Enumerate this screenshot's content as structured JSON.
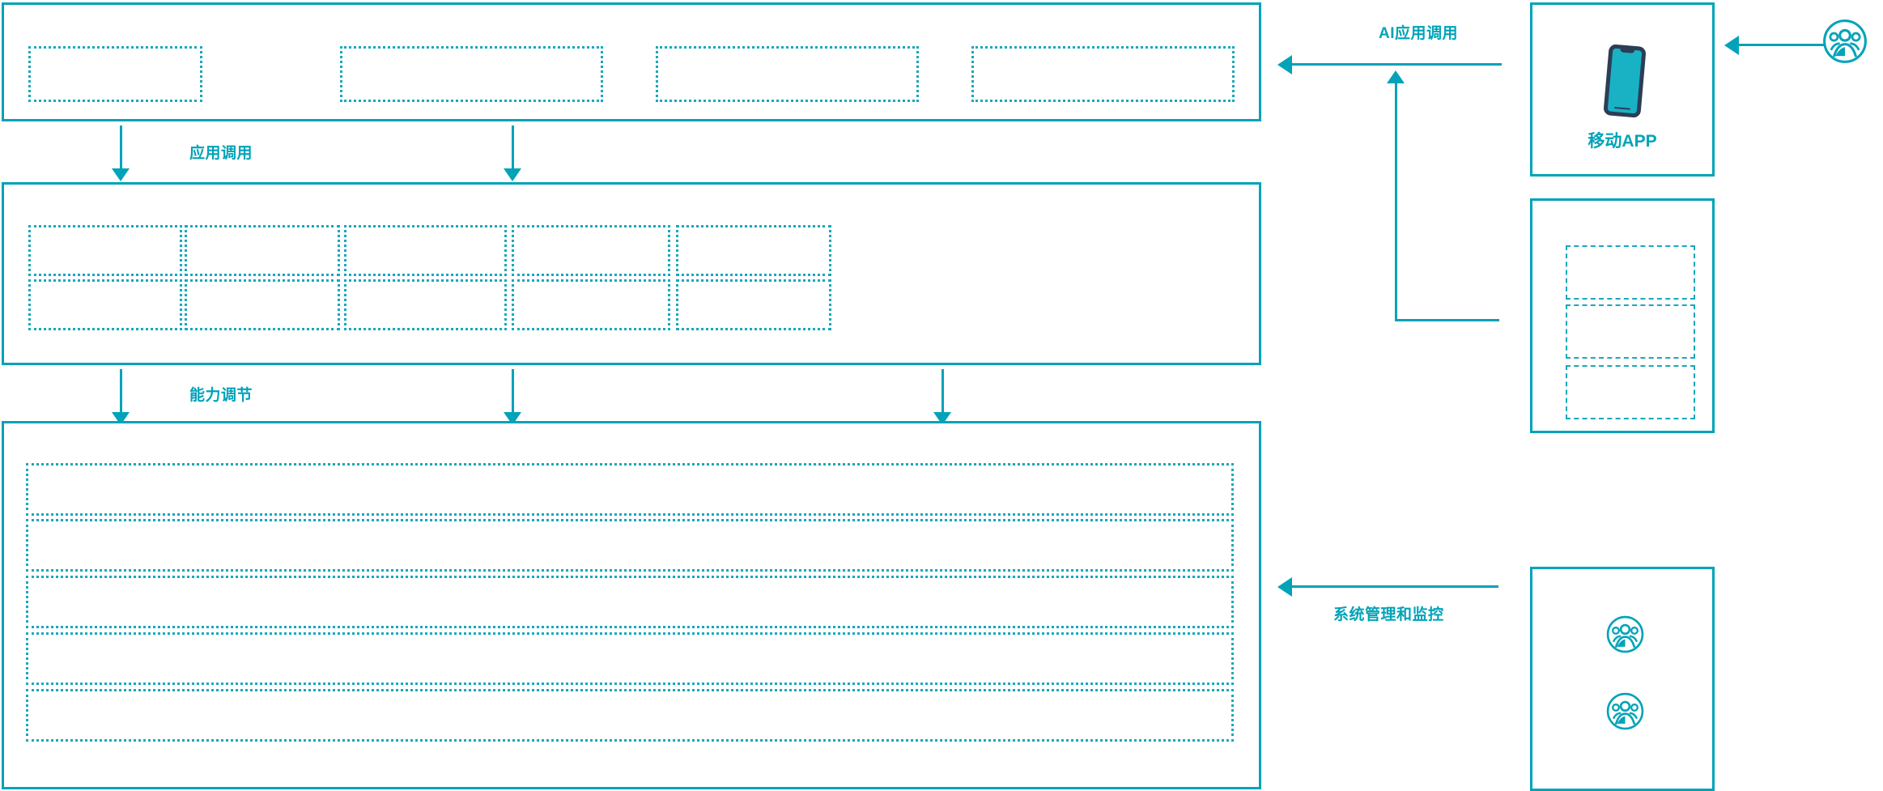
{
  "meta": {
    "accent_color": "#00A3B8",
    "dash_color": "#17A8BD",
    "device_frame_color": "#2C3E56",
    "background_color": "#FFFFFF"
  },
  "layers": [
    {
      "id": "application-layer",
      "title": "",
      "boxes": [
        {
          "label": ""
        },
        {
          "label": ""
        },
        {
          "label": ""
        },
        {
          "label": ""
        }
      ]
    },
    {
      "id": "capability-layer",
      "title": "",
      "columns": [
        {
          "top": {
            "label": ""
          },
          "bottom": {
            "label": ""
          }
        },
        {
          "top": {
            "label": ""
          },
          "bottom": {
            "label": ""
          }
        },
        {
          "top": {
            "label": ""
          },
          "bottom": {
            "label": ""
          }
        },
        {
          "top": {
            "label": ""
          },
          "bottom": {
            "label": ""
          }
        },
        {
          "top": {
            "label": ""
          },
          "bottom": {
            "label": ""
          }
        }
      ]
    },
    {
      "id": "platform-layer",
      "title": "",
      "rows": [
        {
          "label": ""
        },
        {
          "label": ""
        },
        {
          "label": ""
        },
        {
          "label": ""
        },
        {
          "label": ""
        }
      ]
    }
  ],
  "flows": [
    {
      "id": "app-invoke",
      "label": "应用调用"
    },
    {
      "id": "capability-adjust",
      "label": "能力调节"
    },
    {
      "id": "ai-app-invoke",
      "label": "AI应用调用"
    },
    {
      "id": "system-manage",
      "label": "系统管理和监控"
    }
  ],
  "right_panels": [
    {
      "id": "mobile-app",
      "caption": "移动APP",
      "icon": "smartphone-icon"
    },
    {
      "id": "channel-panel",
      "caption": "",
      "slots": [
        {
          "label": ""
        },
        {
          "label": ""
        },
        {
          "label": ""
        }
      ]
    },
    {
      "id": "operations-panel",
      "caption": "",
      "actors": [
        {
          "icon": "user-group-icon",
          "label": ""
        },
        {
          "icon": "user-group-icon",
          "label": ""
        }
      ]
    }
  ],
  "actors": [
    {
      "id": "end-user",
      "icon": "user-group-icon",
      "label": ""
    }
  ]
}
